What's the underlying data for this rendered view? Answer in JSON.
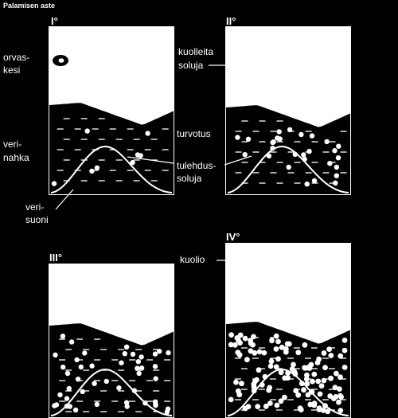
{
  "title": "Palamisen aste",
  "panels": [
    {
      "id": "I",
      "label": "I°",
      "cell_level": 1
    },
    {
      "id": "II",
      "label": "II°",
      "cell_level": 2
    },
    {
      "id": "III",
      "label": "III°",
      "cell_level": 3
    },
    {
      "id": "IV",
      "label": "IV°",
      "cell_level": 4
    }
  ],
  "labels": {
    "orvaskesi_1": "orvas-",
    "orvaskesi_2": "kesi",
    "verinahka_1": "veri-",
    "verinahka_2": "nahka",
    "verisuoni_1": "veri-",
    "verisuoni_2": "suoni",
    "kuolleita_1": "kuolleita",
    "kuolleita_2": "soluja",
    "turvotus": "turvotus",
    "tulehdus_1": "tulehdus-",
    "tulehdus_2": "soluja",
    "kuolio": "kuolio"
  },
  "colors": {
    "background": "#000000",
    "foreground": "#ffffff"
  }
}
